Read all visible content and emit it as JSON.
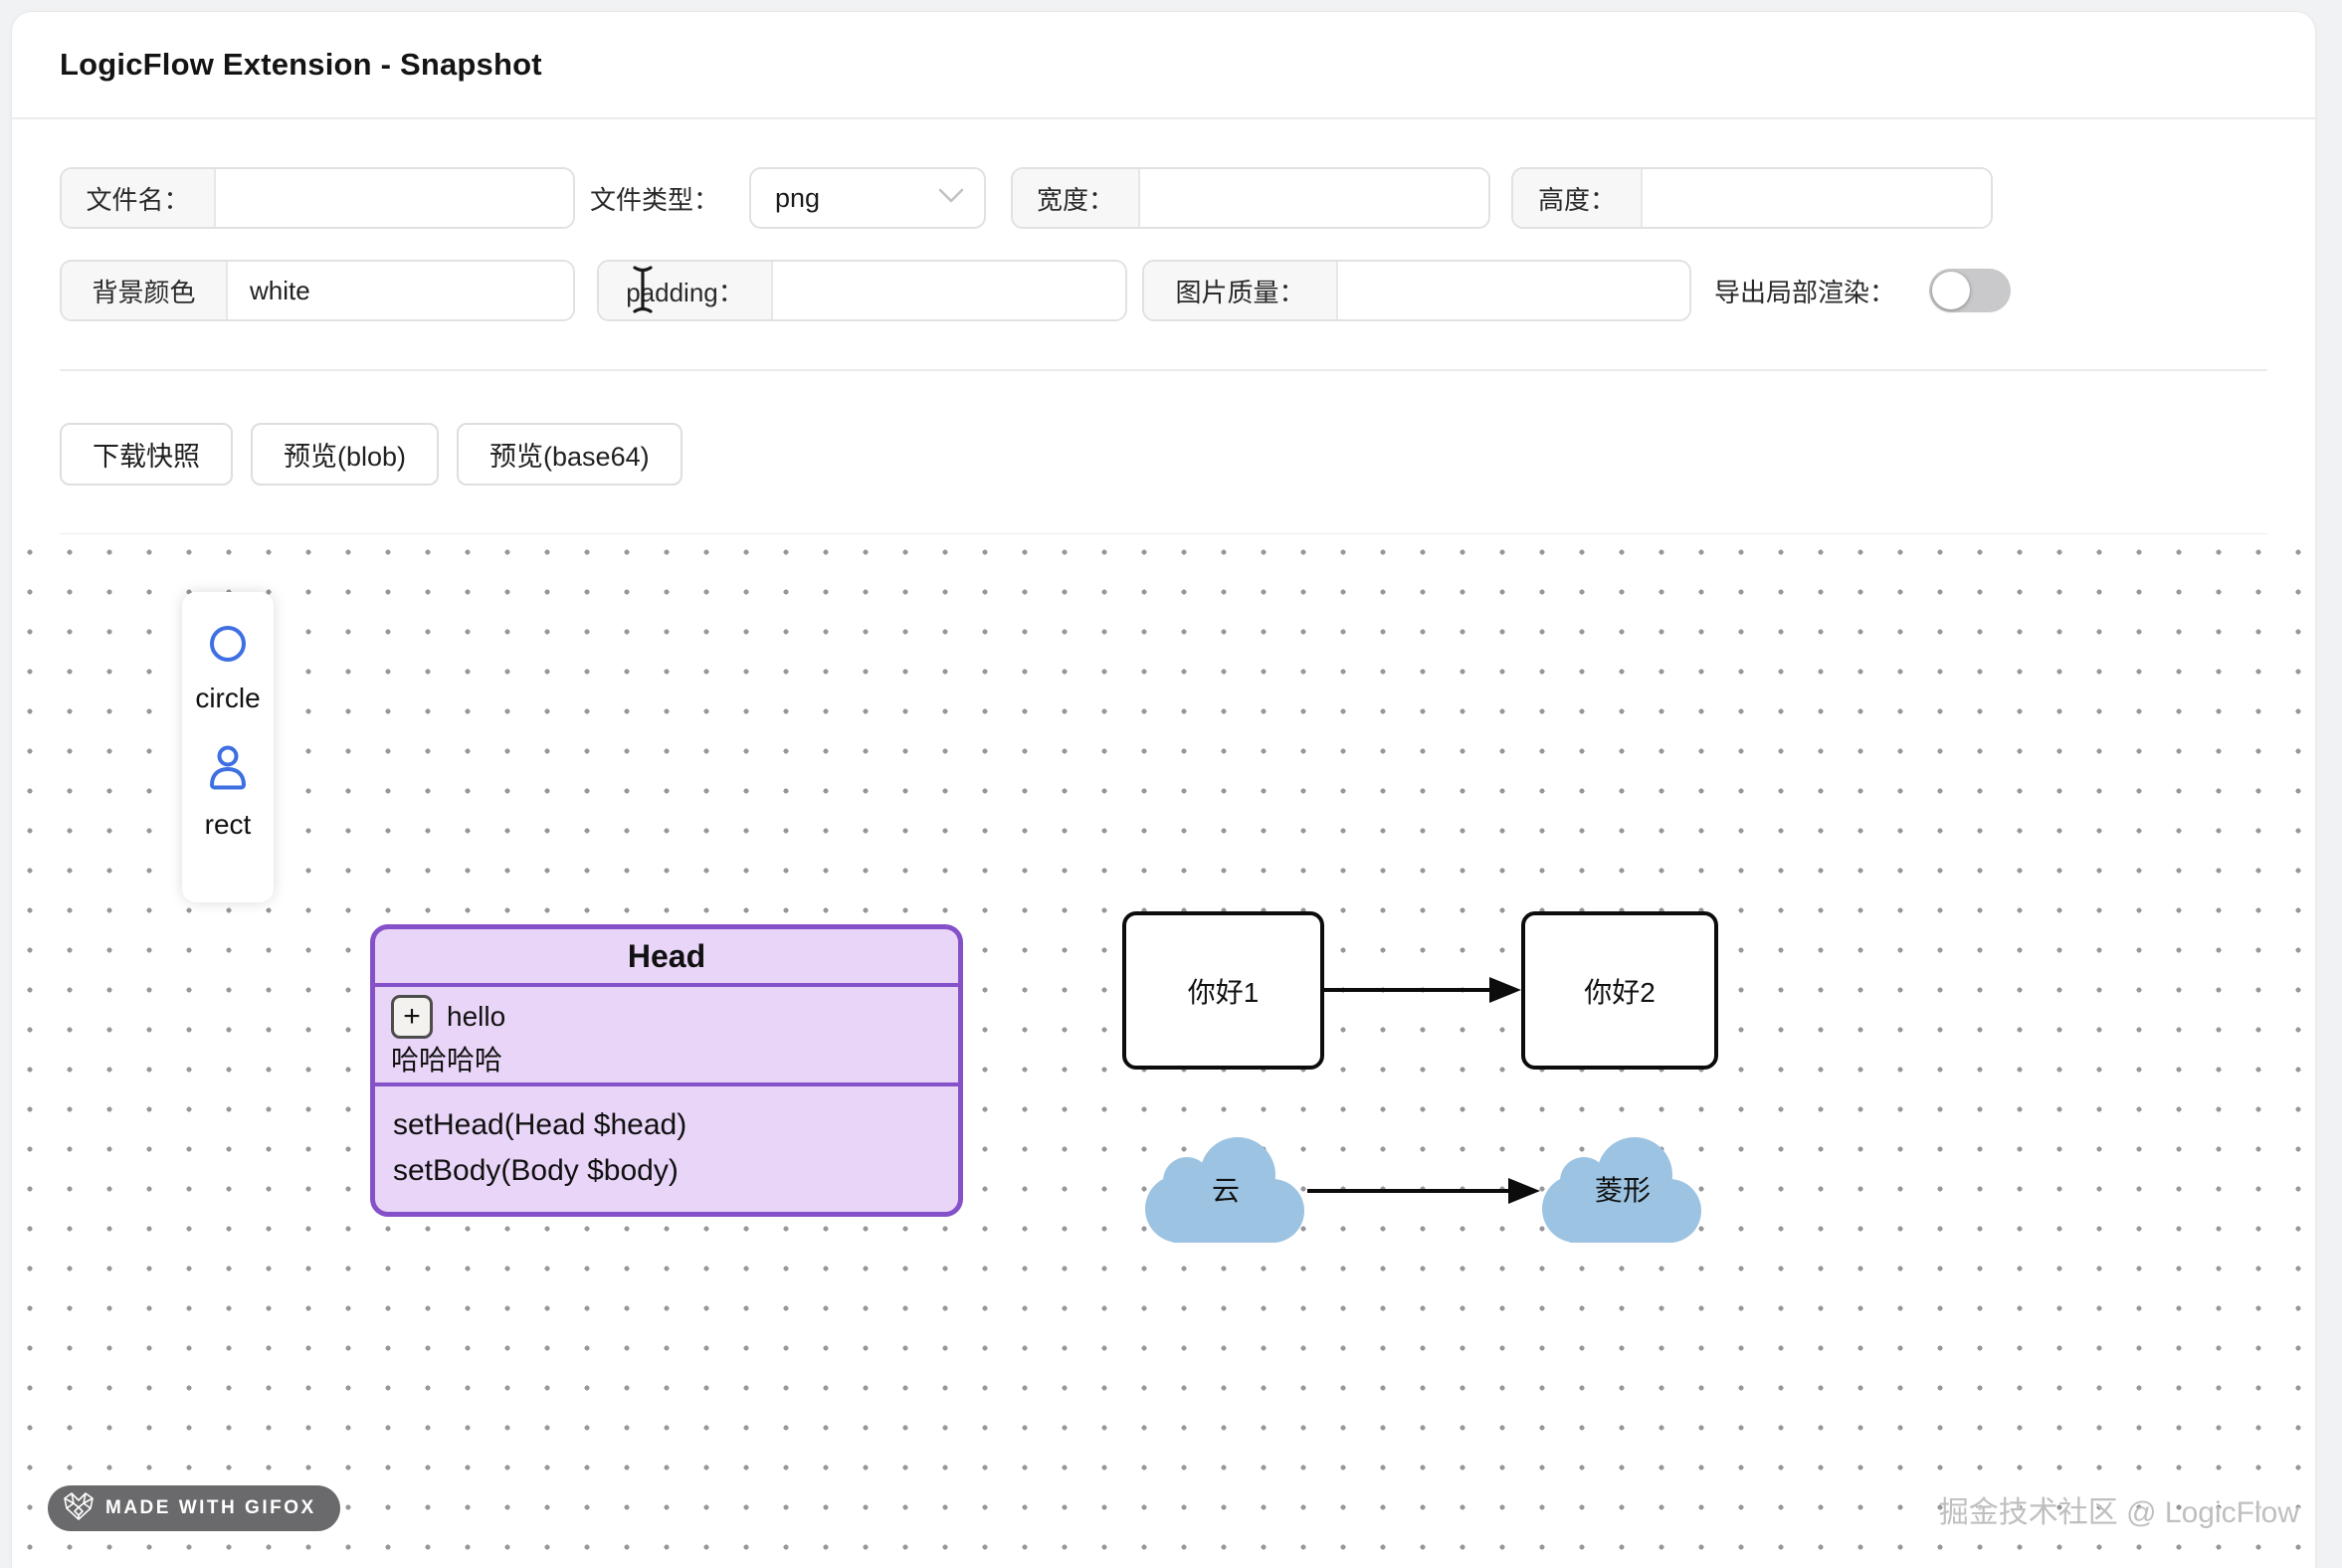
{
  "header": {
    "title": "LogicFlow Extension - Snapshot"
  },
  "form": {
    "filename": {
      "label": "文件名：",
      "value": ""
    },
    "filetype": {
      "label": "文件类型：",
      "value": "png"
    },
    "width": {
      "label": "宽度：",
      "value": ""
    },
    "height": {
      "label": "高度：",
      "value": ""
    },
    "bgcolor": {
      "label": "背景颜色",
      "value": "white"
    },
    "padding": {
      "label": "padding：",
      "value": ""
    },
    "quality": {
      "label": "图片质量：",
      "value": ""
    },
    "partial_render": {
      "label": "导出局部渲染：",
      "enabled": false
    }
  },
  "toolbar": {
    "buttons": [
      {
        "label": "下载快照"
      },
      {
        "label": "预览(blob)"
      },
      {
        "label": "预览(base64)"
      }
    ]
  },
  "palette": {
    "items": [
      {
        "icon": "circle-icon",
        "label": "circle"
      },
      {
        "icon": "user-icon",
        "label": "rect"
      }
    ]
  },
  "canvas": {
    "head_node": {
      "title": "Head",
      "plus_button": "+",
      "field": "hello",
      "note": "哈哈哈哈",
      "methods": [
        "setHead(Head $head)",
        "setBody(Body $body)"
      ]
    },
    "rect_nodes": [
      {
        "label": "你好1"
      },
      {
        "label": "你好2"
      }
    ],
    "cloud_nodes": [
      {
        "label": "云"
      },
      {
        "label": "菱形"
      }
    ]
  },
  "footer": {
    "badge": "MADE WITH GIFOX",
    "watermark": "掘金技术社区 @ LogicFlow"
  },
  "colors": {
    "node_purple_border": "#8451c8",
    "node_purple_fill": "#e9d5f7",
    "cloud_blue": "#9cc3e2",
    "palette_icon_blue": "#3e6fe3",
    "toggle_off_track": "#c9c9cb",
    "arrow_black": "#0c0c0c"
  }
}
